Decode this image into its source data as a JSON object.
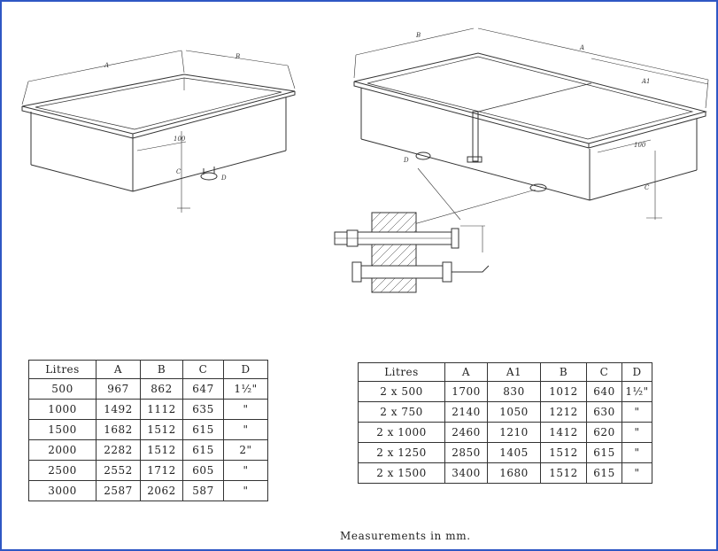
{
  "drawing": {
    "dim_labels": {
      "a": "A",
      "b": "B",
      "c": "C",
      "d": "D",
      "a1": "A1",
      "flange": "100"
    }
  },
  "table_single": {
    "headers": [
      "Litres",
      "A",
      "B",
      "C",
      "D"
    ],
    "rows": [
      [
        "500",
        "967",
        "862",
        "647",
        "1½\""
      ],
      [
        "1000",
        "1492",
        "1112",
        "635",
        "\""
      ],
      [
        "1500",
        "1682",
        "1512",
        "615",
        "\""
      ],
      [
        "2000",
        "2282",
        "1512",
        "615",
        "2\""
      ],
      [
        "2500",
        "2552",
        "1712",
        "605",
        "\""
      ],
      [
        "3000",
        "2587",
        "2062",
        "587",
        "\""
      ]
    ]
  },
  "table_double": {
    "headers": [
      "Litres",
      "A",
      "A1",
      "B",
      "C",
      "D"
    ],
    "rows": [
      [
        "2 x  500",
        "1700",
        "830",
        "1012",
        "640",
        "1½\""
      ],
      [
        "2 x  750",
        "2140",
        "1050",
        "1212",
        "630",
        "\""
      ],
      [
        "2 x 1000",
        "2460",
        "1210",
        "1412",
        "620",
        "\""
      ],
      [
        "2 x 1250",
        "2850",
        "1405",
        "1512",
        "615",
        "\""
      ],
      [
        "2 x 1500",
        "3400",
        "1680",
        "1512",
        "615",
        "\""
      ]
    ]
  },
  "footnote": "Measurements in mm."
}
